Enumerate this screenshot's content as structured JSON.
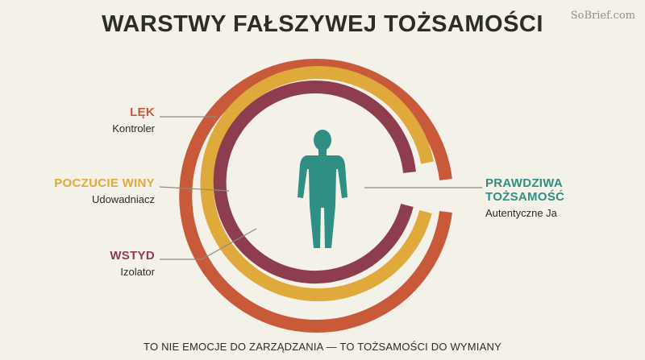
{
  "title": "WARSTWY FAŁSZYWEJ TOŻSAMOŚCI",
  "watermark": "SoBrief.com",
  "colors": {
    "background": "#f4f1e8",
    "fear": "#c85a3a",
    "guilt": "#e0a93b",
    "shame": "#8e3d4e",
    "true_self": "#2f8f85",
    "text": "#2c2d28"
  },
  "layers": [
    {
      "name": "LĘK",
      "role": "Kontroler",
      "color": "#c85a3a"
    },
    {
      "name": "POCZUCIE WINY",
      "role": "Udowadniacz",
      "color": "#e0a93b"
    },
    {
      "name": "WSTYD",
      "role": "Izolator",
      "color": "#8e3d4e"
    }
  ],
  "core": {
    "name": "PRAWDZIWA TOŻSAMOŚĆ",
    "role": "Autentyczne Ja",
    "color": "#2f8f85"
  },
  "footer": "TO NIE EMOCJE DO ZARZĄDZANIA — TO TOŻSAMOŚCI DO WYMIANY"
}
